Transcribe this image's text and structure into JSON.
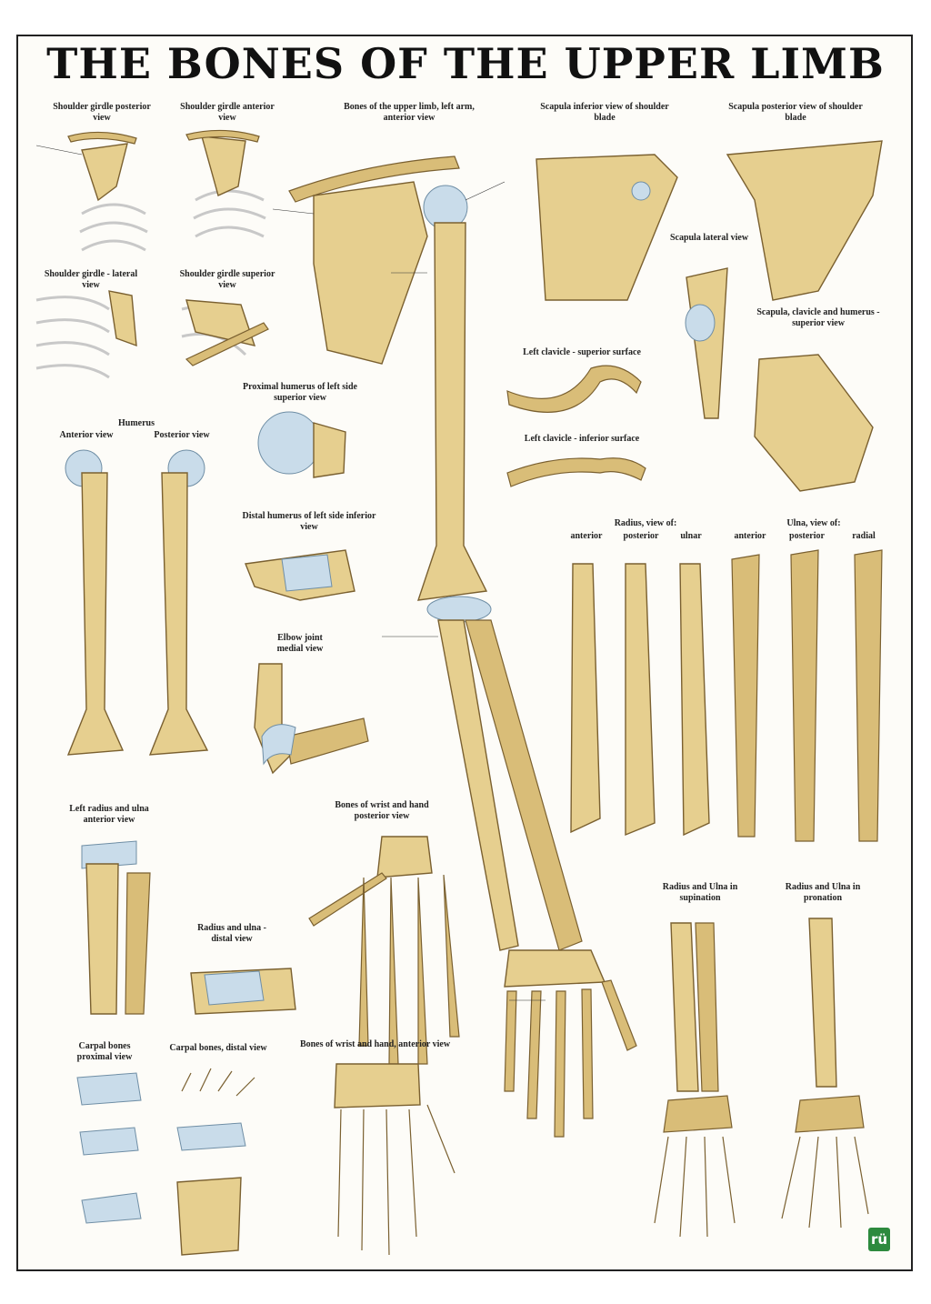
{
  "title": "THE BONES OF THE UPPER LIMB",
  "views": {
    "shoulder_girdle_posterior": "Shoulder girdle posterior view",
    "shoulder_girdle_anterior": "Shoulder girdle anterior view",
    "upper_limb_anterior": "Bones of the upper limb, left arm, anterior view",
    "scapula_inferior": "Scapula inferior view of shoulder blade",
    "scapula_posterior": "Scapula posterior view of shoulder blade",
    "shoulder_girdle_lateral": "Shoulder girdle - lateral view",
    "shoulder_girdle_superior": "Shoulder girdle superior view",
    "scapula_lateral": "Scapula lateral view",
    "scapula_clavicle_humerus_superior": "Scapula, clavicle and humerus - superior view",
    "left_clavicle_superior": "Left clavicle - superior surface",
    "left_clavicle_inferior": "Left clavicle - inferior surface",
    "proximal_humerus_superior": "Proximal humerus of left side superior view",
    "humerus": "Humerus",
    "humerus_anterior": "Anterior view",
    "humerus_posterior": "Posterior view",
    "distal_humerus_inferior": "Distal humerus of left side inferior view",
    "radius_views": "Radius, view of:",
    "ulna_views": "Ulna, view of:",
    "radius_anterior": "anterior",
    "radius_posterior": "posterior",
    "radius_ulnar": "ulnar",
    "ulna_anterior": "anterior",
    "ulna_posterior": "posterior",
    "ulna_radial": "radial",
    "elbow_joint_medial": "Elbow joint medial view",
    "left_radius_ulna_anterior": "Left radius and ulna anterior view",
    "wrist_hand_posterior": "Bones of wrist and hand posterior view",
    "radius_ulna_distal": "Radius and ulna - distal view",
    "radius_ulna_supination": "Radius and Ulna in supination",
    "radius_ulna_pronation": "Radius and Ulna in pronation",
    "carpal_bones_proximal": "Carpal bones proximal view",
    "carpal_bones_distal": "Carpal bones, distal view",
    "wrist_hand_anterior": "Bones of wrist and hand, anterior view"
  },
  "logo_text": "rü"
}
